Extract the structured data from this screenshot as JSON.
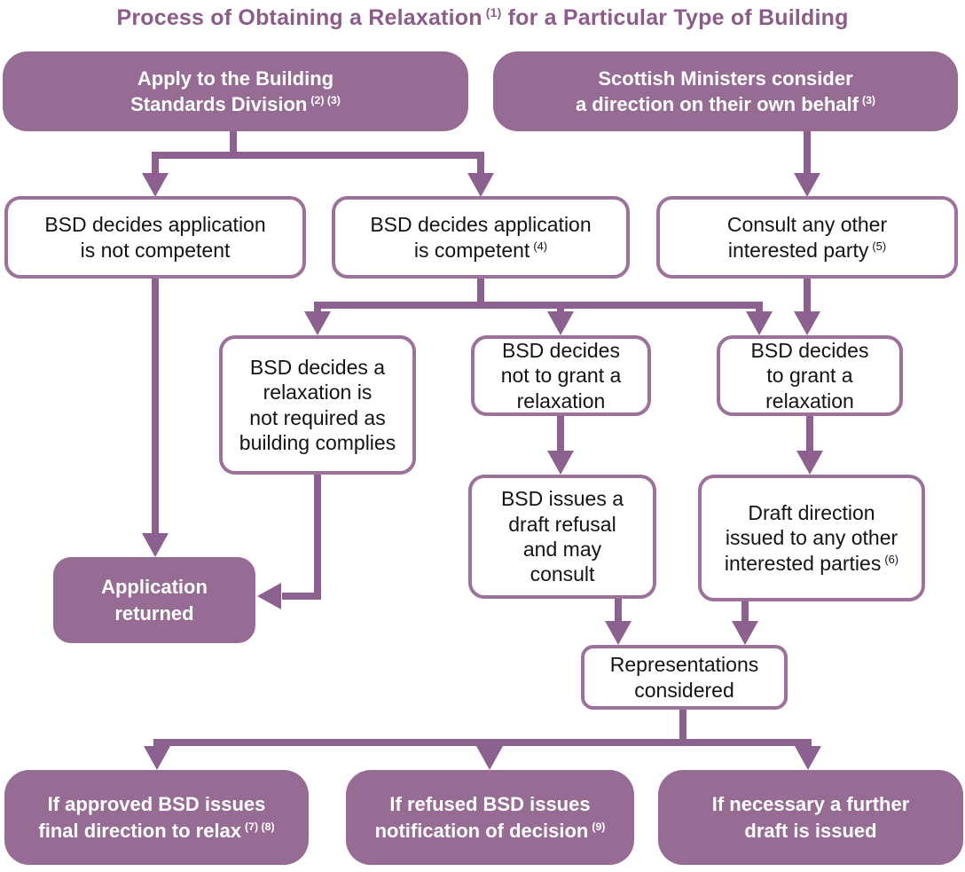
{
  "title": {
    "text": "Process of Obtaining a Relaxation",
    "sup": "(1)",
    "rest": " for a Particular Type of Building"
  },
  "colors": {
    "node_fill": "#966b94",
    "node_border": "#9c719a",
    "arrow": "#8c6190",
    "title_text": "#8b5c89",
    "outline_text": "#141414",
    "filled_text": "#ffffff"
  },
  "nodes": {
    "apply_bsd": {
      "type": "filled",
      "lines": [
        "Apply to the Building",
        "Standards Division"
      ],
      "note": "(2) (3)"
    },
    "ministers_direction": {
      "type": "filled",
      "lines": [
        "Scottish Ministers consider",
        "a direction on their own behalf"
      ],
      "note": "(3)"
    },
    "not_competent": {
      "type": "outline",
      "lines": [
        "BSD decides application",
        "is not competent"
      ],
      "note": ""
    },
    "competent": {
      "type": "outline",
      "lines": [
        "BSD decides application",
        "is competent"
      ],
      "note": "(4)"
    },
    "consult_party": {
      "type": "outline",
      "lines": [
        "Consult any other",
        "interested party"
      ],
      "note": "(5)"
    },
    "relaxation_not_required": {
      "type": "outline",
      "lines": [
        "BSD decides a",
        "relaxation is",
        "not required as",
        "building complies"
      ],
      "note": ""
    },
    "not_grant": {
      "type": "outline",
      "lines": [
        "BSD decides",
        "not to grant a",
        "relaxation"
      ],
      "note": ""
    },
    "grant": {
      "type": "outline",
      "lines": [
        "BSD decides",
        "to grant a",
        "relaxation"
      ],
      "note": ""
    },
    "application_returned": {
      "type": "filled",
      "lines": [
        "Application",
        "returned"
      ],
      "note": ""
    },
    "draft_refusal": {
      "type": "outline",
      "lines": [
        "BSD issues a",
        "draft refusal",
        "and may",
        "consult"
      ],
      "note": ""
    },
    "draft_direction": {
      "type": "outline",
      "lines": [
        "Draft direction",
        "issued to any other",
        "interested parties"
      ],
      "note": "(6)"
    },
    "representations": {
      "type": "outline",
      "lines": [
        "Representations",
        "considered"
      ],
      "note": ""
    },
    "approved_final_direction": {
      "type": "filled",
      "lines": [
        "If approved BSD issues",
        "final direction to relax"
      ],
      "note": "(7) (8)"
    },
    "refused_notification": {
      "type": "filled",
      "lines": [
        "If refused BSD issues",
        "notification of decision"
      ],
      "note": "(9)"
    },
    "further_draft": {
      "type": "filled",
      "lines": [
        "If necessary a further",
        "draft is issued"
      ],
      "note": ""
    }
  }
}
